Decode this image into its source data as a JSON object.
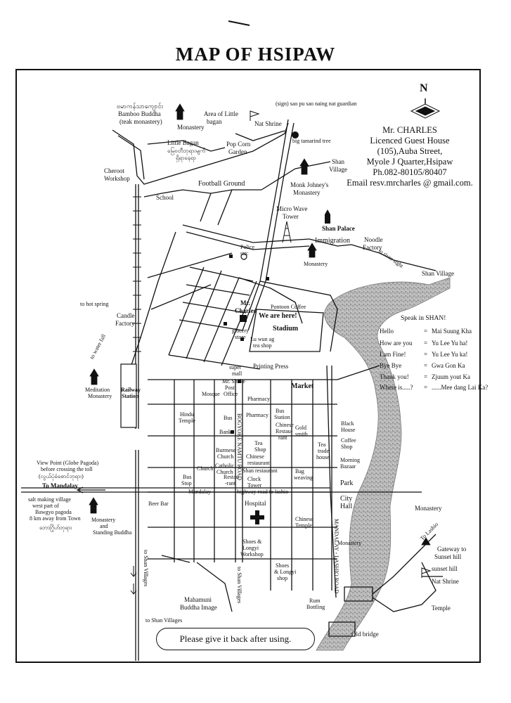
{
  "title": "MAP OF HSIPAW",
  "contact": {
    "name": "Mr. CHARLES",
    "business": "Licenced Guest House",
    "address1": "(105),Auba Street,",
    "address2": "Myole J Quarter,Hsipaw",
    "phone": "Ph.082-80105/80407",
    "email": "Email resv.mrcharles @ gmail.com."
  },
  "compass": "N",
  "phrasebook": {
    "title": "Speak in SHAN!",
    "phrases": [
      {
        "english": "Hello",
        "shan": "Mai Suung Kha"
      },
      {
        "english": "How are you",
        "shan": "Yu Lee Yu ha!"
      },
      {
        "english": "I am Fine!",
        "shan": "Yu Lee Yu ka!"
      },
      {
        "english": "Bye Bye",
        "shan": "Gwa Gon Ka"
      },
      {
        "english": "Thank you!",
        "shan": "Zjuum  yout Ka"
      },
      {
        "english": "Where is.....?",
        "shan": "......Mee dang Lai Ka?"
      }
    ]
  },
  "labels": {
    "myanmar_top": "ဗမာကန်သာကျောင်း",
    "bamboo": "Bamboo Buddha",
    "teak": "(teak monastery)",
    "monastery_top": "Monastery",
    "area_little": "Area of Little",
    "bagan": "bagan",
    "sign": "(sign) sao pu sao naing nat guardian",
    "nat_shrine_top": "Nat Shrine",
    "big_tamarind": "big tamarind tree",
    "little_bagan": "Little Bagan",
    "myanmar_lb1": "မြေဝတီဘုရားမျက်",
    "myanmar_lb2": "ရှိရာနေရာ",
    "popcorn1": "Pop Corn",
    "popcorn2": "Garden",
    "cheroot1": "Cheroot",
    "cheroot2": "Workshop",
    "shan_village_top1": "Shan",
    "shan_village_top2": "Village",
    "football": "Football Ground",
    "school": "School",
    "monk1": "Monk Johney's",
    "monk2": "Monastery",
    "micro1": "Micro Wave",
    "micro2": "Tower",
    "shan_palace": "Shan Palace",
    "immigration": "Immigration",
    "noodle1": "Noodle",
    "noodle2": "Factory",
    "police1": "Police",
    "police2": "stn:",
    "monastery_mid": "Monastery",
    "to_river": "to river sight",
    "shan_village_right": "Shan Village",
    "to_hot_spring": "to  hot spring",
    "candle1": "Candle",
    "candle2": "Factory",
    "mr_charles1": "Mr.",
    "mr_charles2": "Charles",
    "we_are_here": "We are here!",
    "pontoon": "Pontoon Coffee",
    "stadium": "Stadium",
    "glocery1": "glocery",
    "glocery2": "store",
    "luwun1": "Lu wun ag",
    "luwun2": "tea shop",
    "to_water_fall": "to water fall",
    "meditation1": "Meditation",
    "meditation2": "Monastery",
    "railway1": "Railway",
    "railway2": "Station",
    "super1": "super",
    "super2": "mall",
    "printing": "Printing Press",
    "shake1": "Mr. Shake",
    "shake2": "Post",
    "shake3": "Office",
    "mosque": "Mosque",
    "pharmacy1": "Pharmacy",
    "market": "Market",
    "hindu1": "Hindu",
    "hindu2": "Temple",
    "bus1": "Bus",
    "bank": "Bank",
    "namtu": "BOGYOKE NAMTU ROAD",
    "pharmacy2": "Pharmacy",
    "bus_station1": "Bus",
    "bus_station2": "Station",
    "chinese_rest1": "Chinese",
    "chinese_rest2": "Restau-",
    "chinese_rest3": "rant",
    "gold1": "Gold",
    "gold2": "smith",
    "tea_house1": "Tea",
    "tea_house2": "trade",
    "tea_house3": "house",
    "black1": "Black",
    "black2": "House",
    "coffee1": "Coffee",
    "coffee2": "Shop",
    "morning1": "Morning",
    "morning2": "Bazaar",
    "burmese1": "Burmese",
    "burmese2": "Church",
    "catholic1": "Catholic",
    "catholic2": "Church",
    "tea_shop1": "Tea",
    "tea_shop2": "Shop",
    "chinese_rest_b1": "Chinese",
    "chinese_rest_b2": "restaurant",
    "shan_rest": "Shan restaurant",
    "church": "Church",
    "bus_stop1": "Bus",
    "bus_stop2": "Stop",
    "restaurant1": "Restau",
    "restaurant2": "-rant",
    "clock1": "Clock",
    "clock2": "Tower",
    "bag1": "Bag",
    "bag2": "weaving",
    "park": "Park",
    "view1": "View Point (Globe Pagoda)",
    "view2": "before crossing the toll",
    "view3": "(လွယ်ပုံခံစောင်ဘုရား)",
    "to_mandalay": "To Mandalay",
    "mandalay_st": "Mandalay",
    "highway": "highway road to lashio",
    "salt1": "salt making village",
    "salt2": "west part of",
    "salt3": "Bawgyo pagoda",
    "salt4": "8 km away from Town",
    "myanmar_bottom": "ဘောဂြိုဟ်ဘုရား",
    "monastery_standing1": "Monastery",
    "monastery_standing2": "and",
    "monastery_standing3": "Standing Buddha",
    "beer": "Beer Bar",
    "hospital": "Hospital",
    "city1": "City",
    "city2": "Hall",
    "chinese_temple1": "Chinese",
    "chinese_temple2": "Temple",
    "monastery_low": "Monastery",
    "mandalay_lashio": "MANDALAY - LASHIO ROAD",
    "shoes1": "Shoes &",
    "shoes2": "Longyi",
    "shoes3": "Workshop",
    "shoes_b1": "Shoes",
    "shoes_b2": "& Longyi",
    "shoes_b3": "shop",
    "to_shan_villages_v1": "to Shan Villages",
    "to_shan_villages_v2": "to Shan Villages",
    "mahamuni1": "Mahamuni",
    "mahamuni2": "Buddha Image",
    "rum1": "Rum",
    "rum2": "Bottling",
    "to_shan_villages_bottom": "to Shan Villages",
    "old_bridge": "Old bridge",
    "monastery_right": "Monastery",
    "to_lashio": "To Lashio",
    "gateway1": "Gateway to",
    "gateway2": "Sunset hill",
    "sunset": "sunset hill",
    "nat_shrine_right": "Nat Shrine",
    "temple": "Temple"
  },
  "footer": "Please give it back after using."
}
